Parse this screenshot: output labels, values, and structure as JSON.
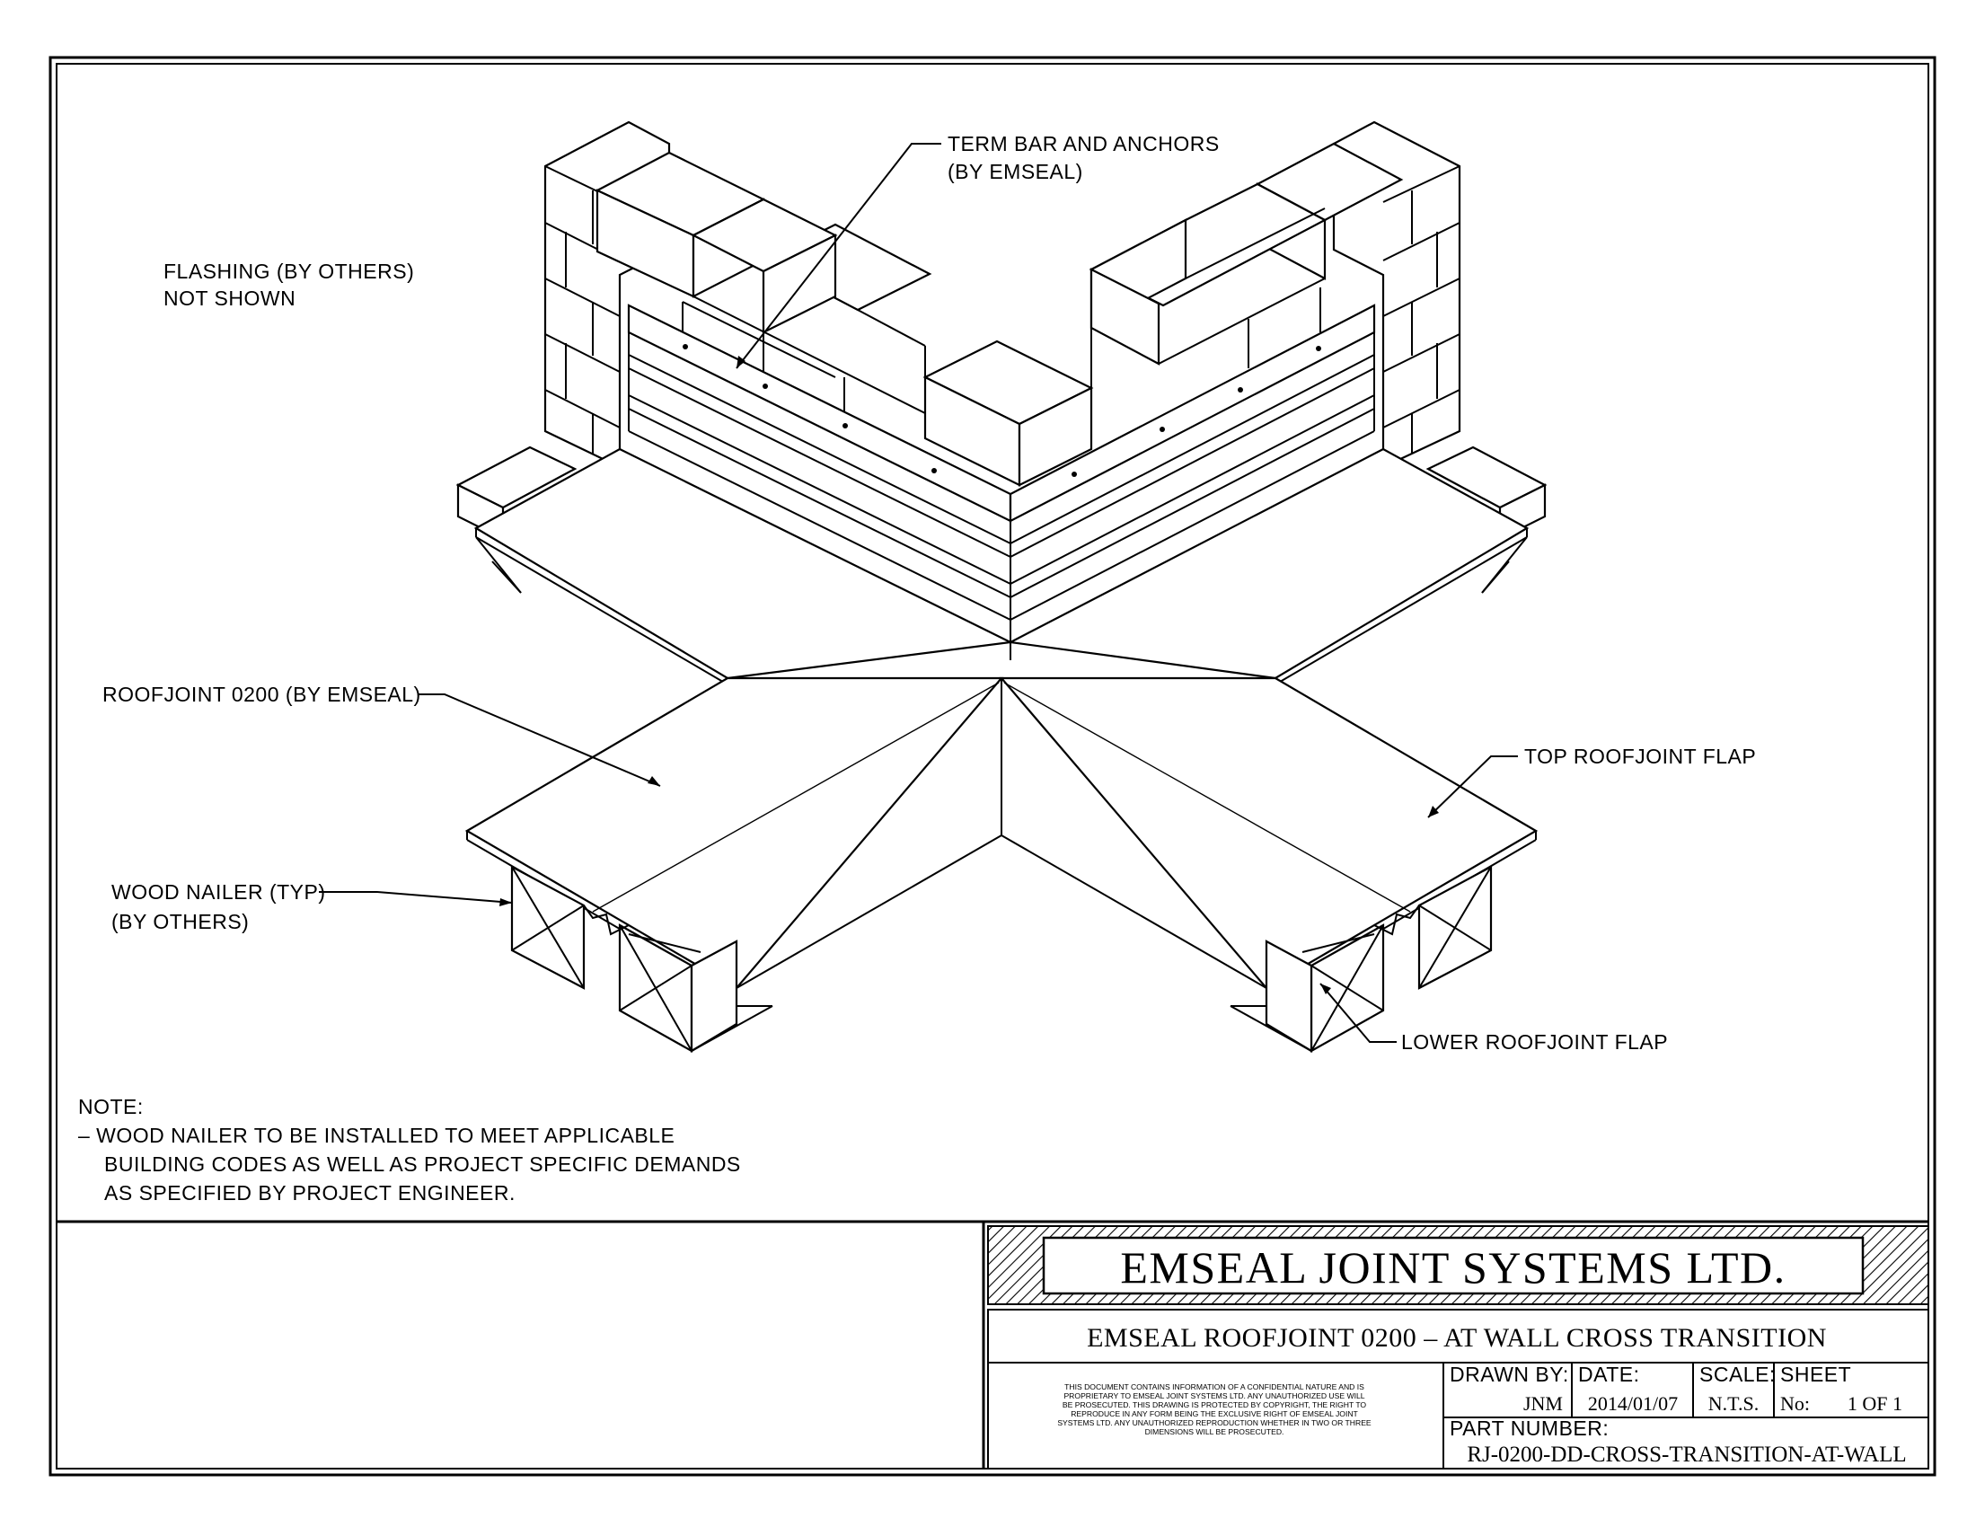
{
  "drawing": {
    "labels": {
      "term_bar_1": "TERM BAR AND ANCHORS",
      "term_bar_2": "(BY EMSEAL)",
      "flashing_1": "FLASHING (BY OTHERS)",
      "flashing_2": "NOT SHOWN",
      "roofjoint": "ROOFJOINT 0200 (BY EMSEAL)",
      "top_flap": "TOP ROOFJOINT FLAP",
      "wood_nailer_1": "WOOD NAILER (TYP)",
      "wood_nailer_2": "(BY OTHERS)",
      "lower_flap": "LOWER ROOFJOINT FLAP"
    },
    "note": {
      "heading": "NOTE:",
      "line1": "– WOOD NAILER TO BE INSTALLED TO MEET APPLICABLE",
      "line2": "BUILDING CODES AS WELL AS PROJECT SPECIFIC DEMANDS",
      "line3": "AS SPECIFIED BY PROJECT ENGINEER."
    }
  },
  "title_block": {
    "company": "EMSEAL JOINT SYSTEMS LTD.",
    "title": "EMSEAL ROOFJOINT 0200 – AT WALL CROSS TRANSITION",
    "disclaimer": [
      "THIS DOCUMENT CONTAINS INFORMATION OF A CONFIDENTIAL NATURE AND IS",
      "PROPRIETARY TO EMSEAL JOINT SYSTEMS LTD. ANY UNAUTHORIZED USE WILL",
      "BE PROSECUTED. THIS DRAWING IS PROTECTED BY COPYRIGHT, THE RIGHT TO",
      "REPRODUCE IN ANY FORM BEING THE EXCLUSIVE RIGHT OF EMSEAL JOINT",
      "SYSTEMS LTD. ANY UNAUTHORIZED REPRODUCTION WHETHER IN TWO OR THREE",
      "DIMENSIONS WILL BE PROSECUTED."
    ],
    "drawn_by_label": "DRAWN BY:",
    "drawn_by": "JNM",
    "date_label": "DATE:",
    "date": "2014/01/07",
    "scale_label": "SCALE:",
    "scale": "N.T.S.",
    "sheet_label": "SHEET",
    "sheet_no_label": "No:",
    "sheet": "1 OF 1",
    "part_number_label": "PART NUMBER:",
    "part_number": "RJ-0200-DD-CROSS-TRANSITION-AT-WALL"
  }
}
